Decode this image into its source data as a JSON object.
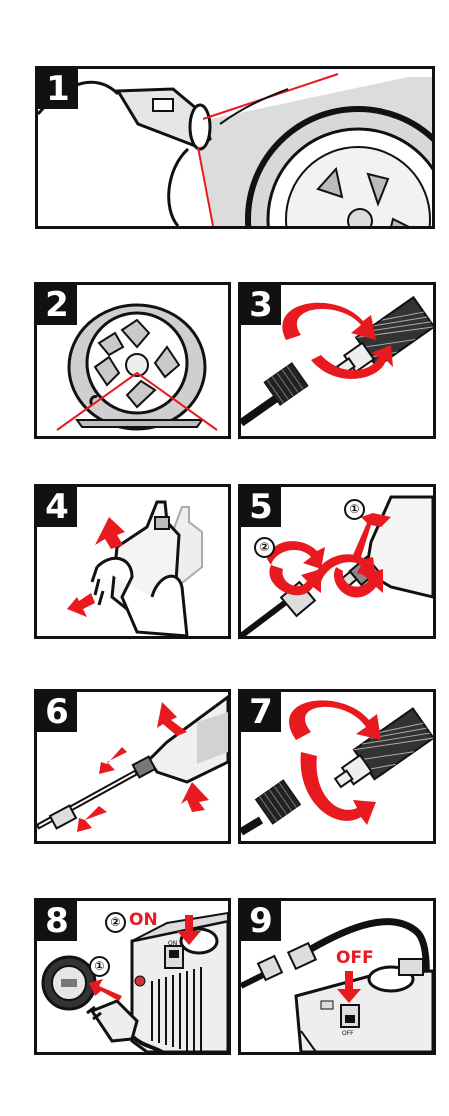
{
  "steps": [
    {
      "number": "1"
    },
    {
      "number": "2"
    },
    {
      "number": "3"
    },
    {
      "number": "4"
    },
    {
      "number": "5",
      "markers": [
        "①",
        "②"
      ]
    },
    {
      "number": "6"
    },
    {
      "number": "7"
    },
    {
      "number": "8",
      "markers": [
        "①",
        "②"
      ],
      "switch_label": "ON",
      "switch_ink": "ON"
    },
    {
      "number": "9",
      "switch_label": "OFF",
      "switch_ink": "OFF"
    }
  ],
  "colors": {
    "accent": "#e8191f",
    "ink": "#111111",
    "shade": "#cfcfcf"
  }
}
